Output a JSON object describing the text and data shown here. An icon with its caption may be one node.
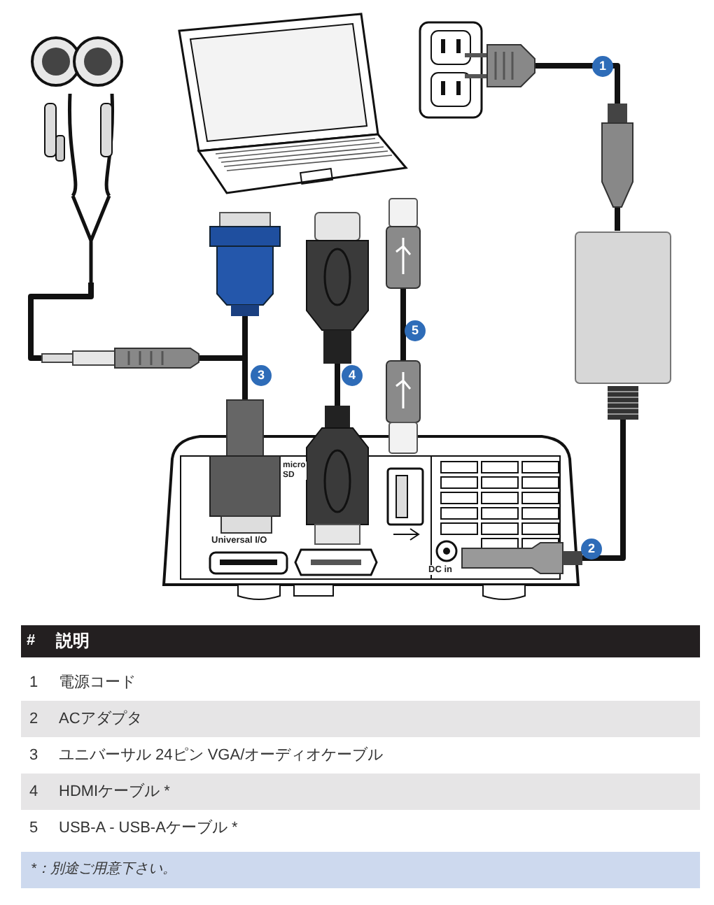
{
  "diagram": {
    "nodes": [
      {
        "text": [],
        "shape": "picture"
      },
      {
        "text": [],
        "shape": "picture"
      },
      {
        "text": [],
        "shape": "picture"
      },
      {
        "text": [],
        "shape": "picture"
      },
      {
        "text": [],
        "shape": "picture"
      },
      {
        "text": [],
        "shape": "picture"
      },
      {
        "text": [],
        "shape": "picture"
      },
      {
        "text": [],
        "shape": "picture"
      },
      {
        "text": [],
        "shape": "box"
      },
      {
        "text": [],
        "shape": "picture"
      },
      {
        "text": [],
        "shape": "picture"
      },
      {
        "text": [],
        "shape": "picture"
      },
      {
        "text": [],
        "shape": "picture"
      },
      {
        "text": [],
        "shape": "picture"
      },
      {
        "text": [],
        "shape": "picture",
        "in": 11
      }
    ],
    "edges": [
      {
        "from": 3,
        "to": 4,
        "arrow": "none"
      },
      {
        "from": 4,
        "to": 8,
        "arrow": "none"
      },
      {
        "from": 8,
        "to": 14,
        "arrow": "none"
      },
      {
        "from": 0,
        "to": 9,
        "arrow": "none"
      },
      {
        "from": 5,
        "to": 12,
        "arrow": "none"
      },
      {
        "from": 9,
        "to": 12,
        "arrow": "none"
      },
      {
        "from": 6,
        "to": 13,
        "arrow": "none"
      },
      {
        "from": 7,
        "to": 10,
        "arrow": "none"
      }
    ],
    "labels": [
      "1",
      "2",
      "3",
      "4",
      "5",
      "Universal I/O",
      "micro SD",
      "DC in",
      "#",
      "説明",
      "1",
      "電源コード",
      "2",
      "ACアダプタ",
      "3",
      "ユニバーサル 24ピン VGA/オーディオケーブル",
      "4",
      "HDMIケーブル *",
      "5",
      "USB-A - USB-Aケーブル *",
      "*：別途ご用意下さい。"
    ]
  }
}
